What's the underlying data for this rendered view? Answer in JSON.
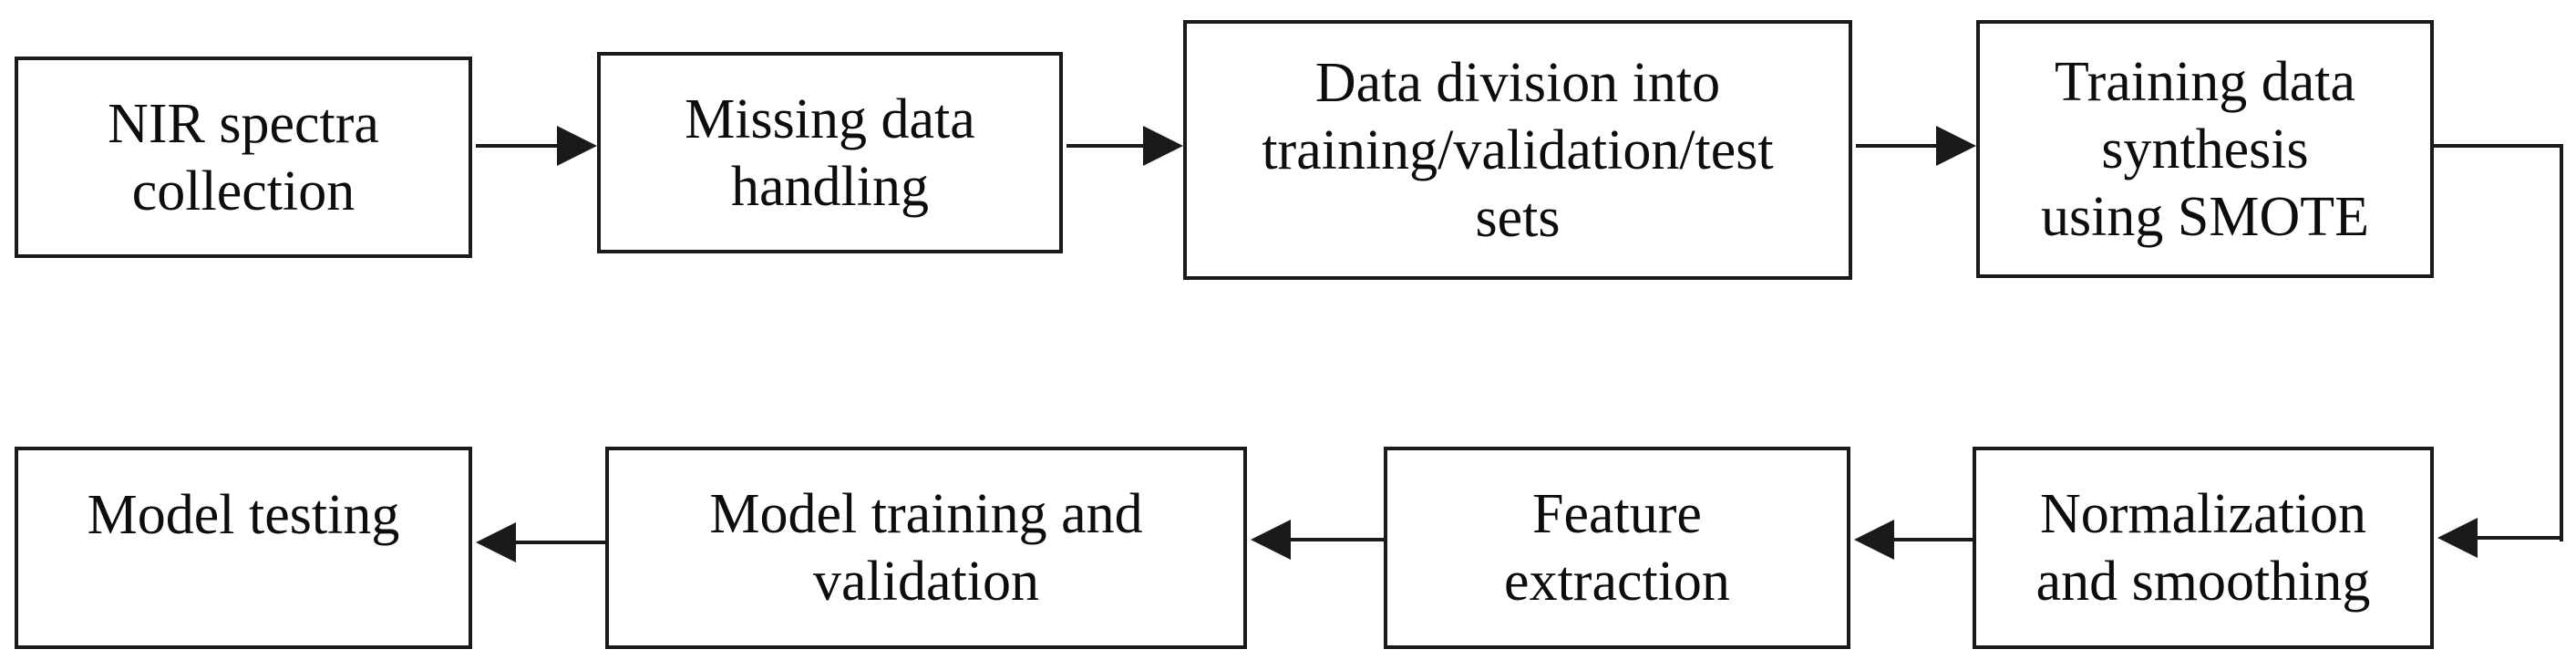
{
  "diagram": {
    "type": "flowchart",
    "colors": {
      "background": "#ffffff",
      "box_border": "#1a1a1a",
      "text": "#0d0d0d",
      "arrow": "#1a1a1a"
    },
    "nodes": [
      {
        "id": "nir-spectra-collection",
        "label": "NIR spectra collection",
        "lines": [
          "NIR spectra",
          "collection"
        ]
      },
      {
        "id": "missing-data-handling",
        "label": "Missing data handling",
        "lines": [
          "Missing data",
          "handling"
        ]
      },
      {
        "id": "data-division",
        "label": "Data division into training/validation/test sets",
        "lines": [
          "Data division into",
          "training/validation/test",
          "sets"
        ]
      },
      {
        "id": "training-data-synthesis",
        "label": "Training data synthesis using SMOTE",
        "lines": [
          "Training data",
          "synthesis",
          "using SMOTE"
        ]
      },
      {
        "id": "normalization-smoothing",
        "label": "Normalization and smoothing",
        "lines": [
          "Normalization",
          "and smoothing"
        ]
      },
      {
        "id": "feature-extraction",
        "label": "Feature extraction",
        "lines": [
          "Feature",
          "extraction"
        ]
      },
      {
        "id": "model-training-validation",
        "label": "Model training and validation",
        "lines": [
          "Model training and",
          "validation"
        ]
      },
      {
        "id": "model-testing",
        "label": "Model testing",
        "lines": [
          "Model testing"
        ]
      }
    ],
    "edges": [
      {
        "from": "nir-spectra-collection",
        "to": "missing-data-handling",
        "direction": "right"
      },
      {
        "from": "missing-data-handling",
        "to": "data-division",
        "direction": "right"
      },
      {
        "from": "data-division",
        "to": "training-data-synthesis",
        "direction": "right"
      },
      {
        "from": "training-data-synthesis",
        "to": "normalization-smoothing",
        "direction": "right-down-left elbow"
      },
      {
        "from": "normalization-smoothing",
        "to": "feature-extraction",
        "direction": "left"
      },
      {
        "from": "feature-extraction",
        "to": "model-training-validation",
        "direction": "left"
      },
      {
        "from": "model-training-validation",
        "to": "model-testing",
        "direction": "left"
      }
    ]
  }
}
